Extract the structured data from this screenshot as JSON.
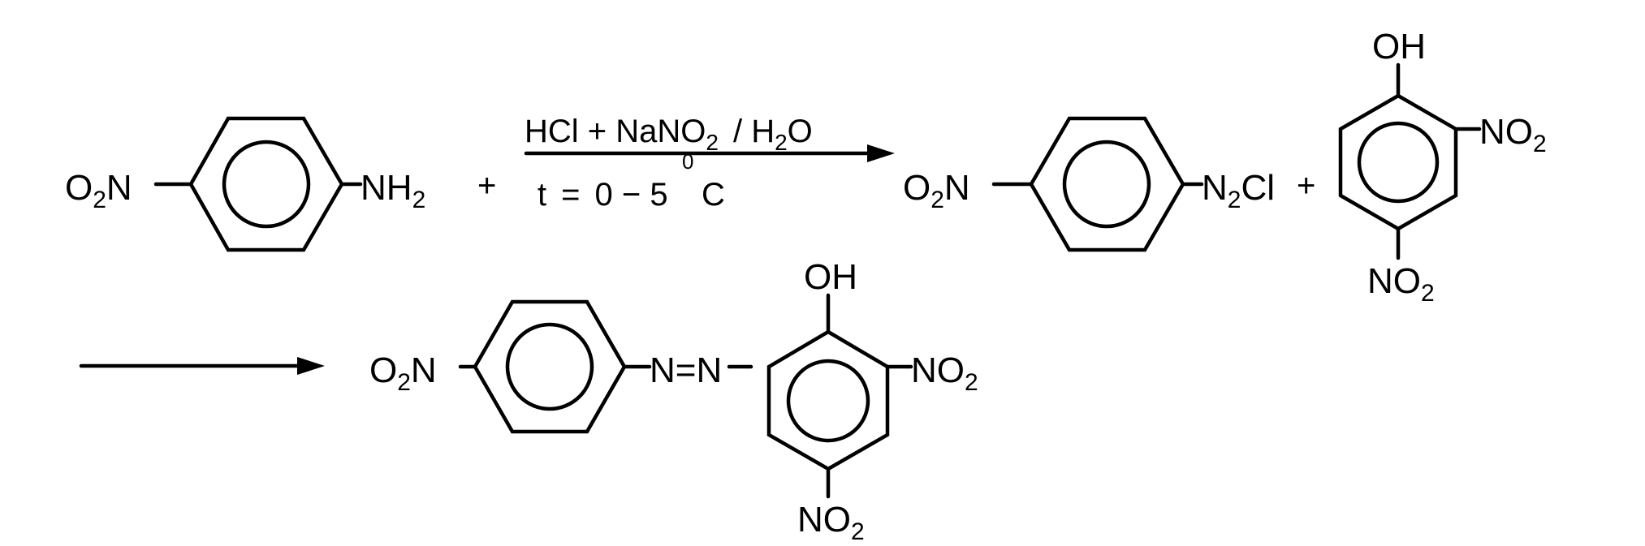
{
  "reaction": {
    "reactant1": {
      "left_group_main": "O",
      "left_group_sub": "2",
      "left_group_tail": "N",
      "right_group_main": "NH",
      "right_group_sub": "2"
    },
    "plus1": "+",
    "conditions": {
      "above_main1": "HCl + NaNO",
      "above_sub": "2",
      "above_main2": "/ H",
      "above_sub2": "2",
      "above_main3": "O",
      "below_t": "t",
      "below_eq": "=",
      "below_range": "0 − 5",
      "degree_symbol": "0",
      "below_unit": "C"
    },
    "product1": {
      "left_group_main": "O",
      "left_group_sub": "2",
      "left_group_tail": "N",
      "right_group_main": "N",
      "right_group_sub": "2",
      "right_group_tail": "Cl"
    },
    "plus2": "+",
    "reactant2": {
      "top_group": "OH",
      "right_group_main": "NO",
      "right_group_sub": "2",
      "bottom_group_main": "NO",
      "bottom_group_sub": "2"
    },
    "final_product": {
      "left_group_main": "O",
      "left_group_sub": "2",
      "left_group_tail": "N",
      "azo_link": "N=N",
      "top_group": "OH",
      "right_group_main": "NO",
      "right_group_sub": "2",
      "bottom_group_main": "NO",
      "bottom_group_sub": "2"
    }
  }
}
